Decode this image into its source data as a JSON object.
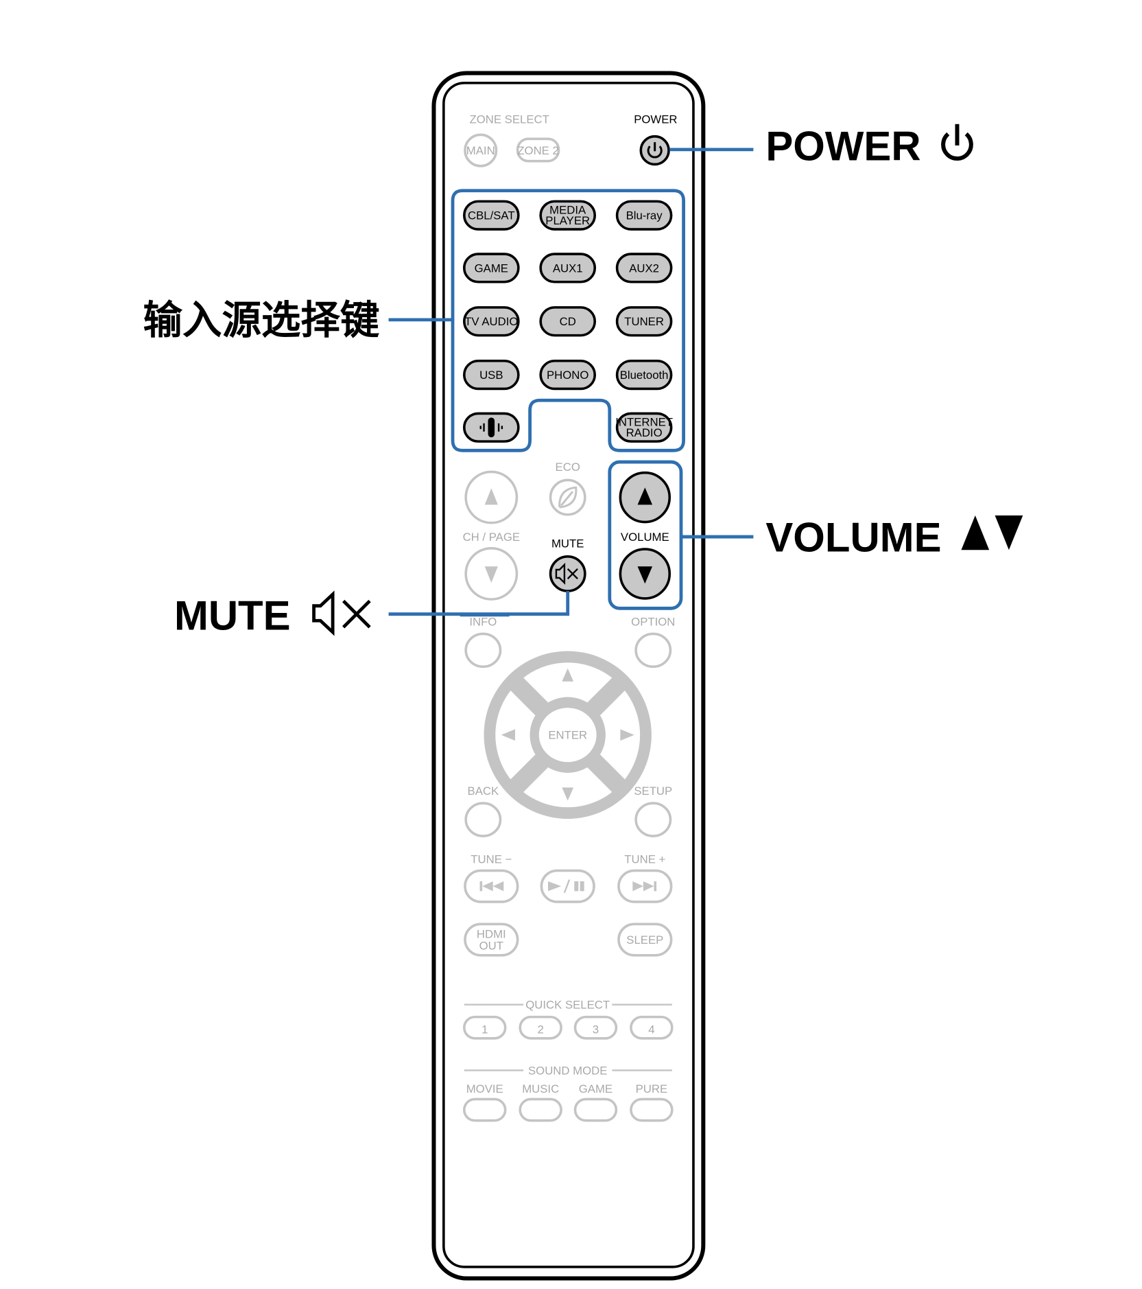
{
  "callouts": {
    "power": "POWER",
    "input_select": "输入源选择键",
    "volume": "VOLUME",
    "mute": "MUTE"
  },
  "remote": {
    "zone_select": "ZONE SELECT",
    "main": "MAIN",
    "zone2": "ZONE 2",
    "power": "POWER",
    "inputs": [
      "CBL/SAT",
      "MEDIA PLAYER",
      "Blu-ray",
      "GAME",
      "AUX1",
      "AUX2",
      "TV AUDIO",
      "CD",
      "TUNER",
      "USB",
      "PHONO",
      "Bluetooth",
      "INTERNET RADIO"
    ],
    "media_player_l1": "MEDIA",
    "media_player_l2": "PLAYER",
    "internet_radio_l1": "INTERNET",
    "internet_radio_l2": "RADIO",
    "eco": "ECO",
    "ch_page": "CH / PAGE",
    "mute": "MUTE",
    "volume": "VOLUME",
    "info": "INFO",
    "option": "OPTION",
    "enter": "ENTER",
    "back": "BACK",
    "setup": "SETUP",
    "tune_minus": "TUNE −",
    "tune_plus": "TUNE +",
    "hdmi_l1": "HDMI",
    "hdmi_l2": "OUT",
    "sleep": "SLEEP",
    "quick_select": "QUICK SELECT",
    "quick": [
      "1",
      "2",
      "3",
      "4"
    ],
    "sound_mode": "SOUND MODE",
    "modes": [
      "MOVIE",
      "MUSIC",
      "GAME",
      "PURE"
    ]
  },
  "colors": {
    "highlight": "#2f6fb0",
    "active_button": "#c8c8c8",
    "inactive": "#c4c4c4"
  }
}
